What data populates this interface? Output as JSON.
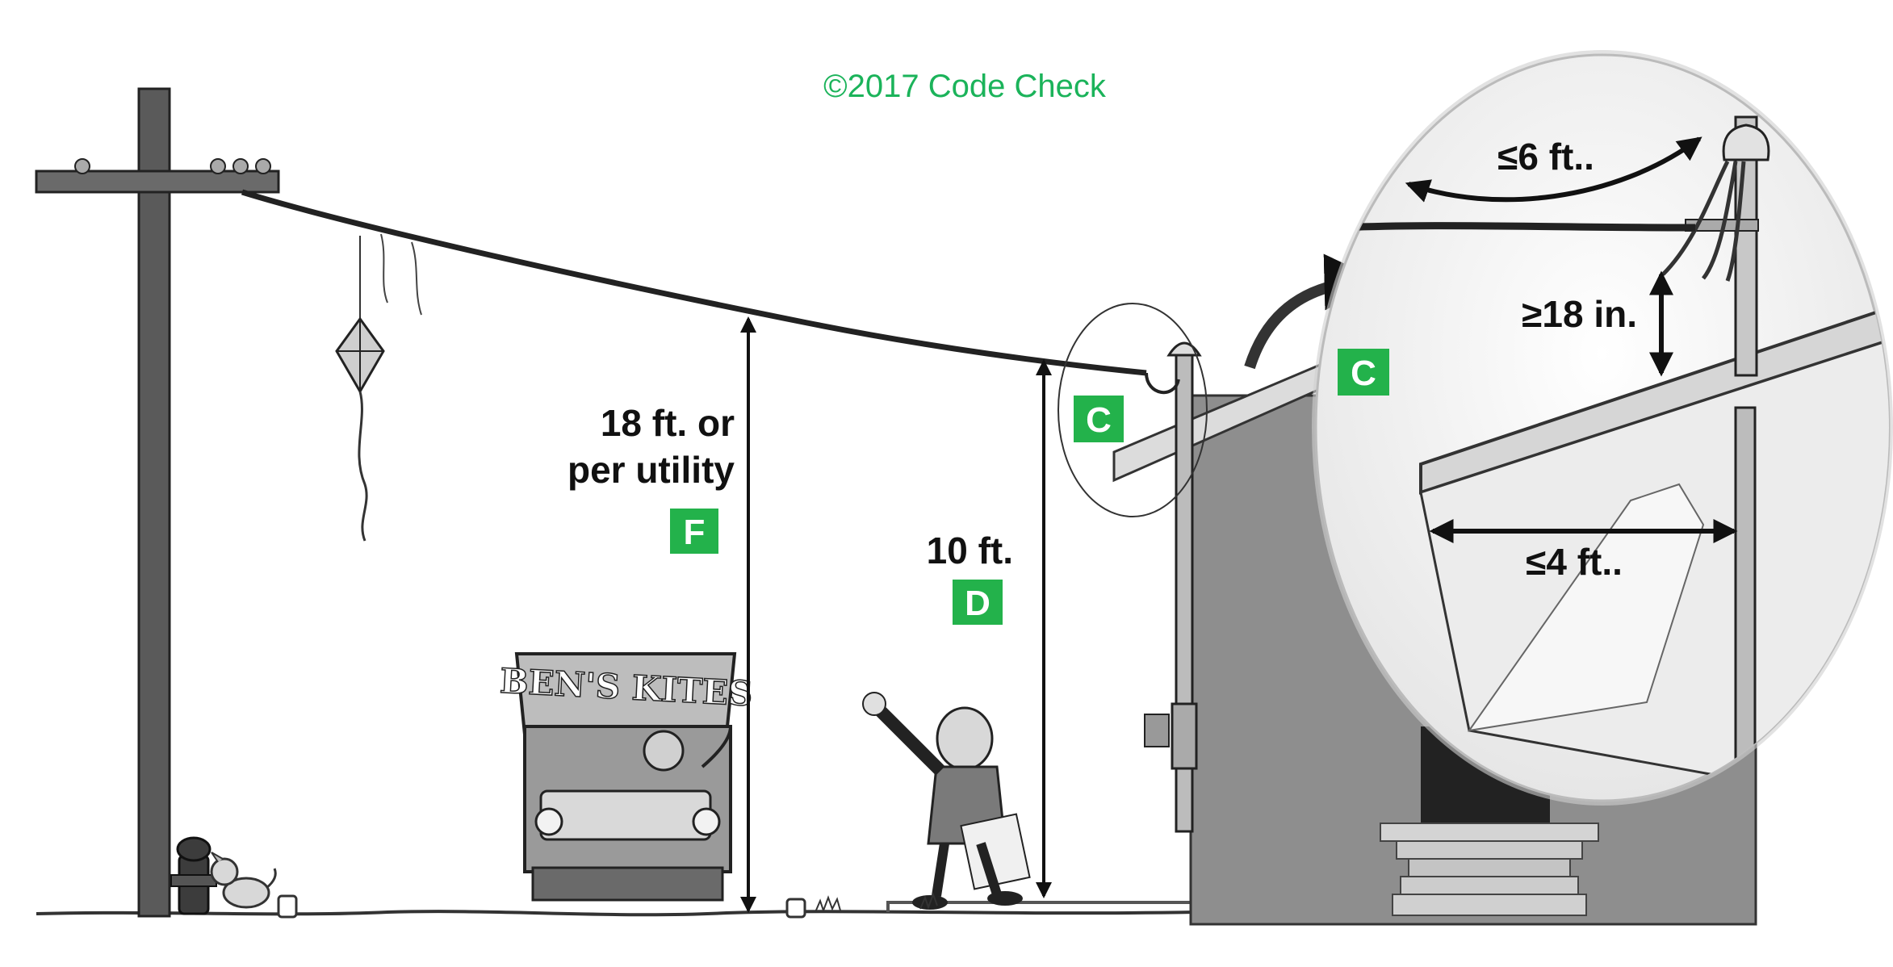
{
  "copyright": "©2017 Code Check",
  "colors": {
    "badge": "#23b24b",
    "copyright": "#1bb35a",
    "house": "#8e8e8e",
    "arrow": "#111111"
  },
  "labels": {
    "span_clearance": "18 ft. or",
    "span_clearance_line2": "per utility",
    "span_badge": "F",
    "service_drop_clearance": "10 ft.",
    "service_drop_badge": "D",
    "mast_badge": "C",
    "detail_badge": "C",
    "detail_drip_loop": "≤6 ft..",
    "detail_above_roof": "≥18 in.",
    "detail_overhang": "≤4 ft.."
  },
  "truck_sign": "BEN'S KITES"
}
